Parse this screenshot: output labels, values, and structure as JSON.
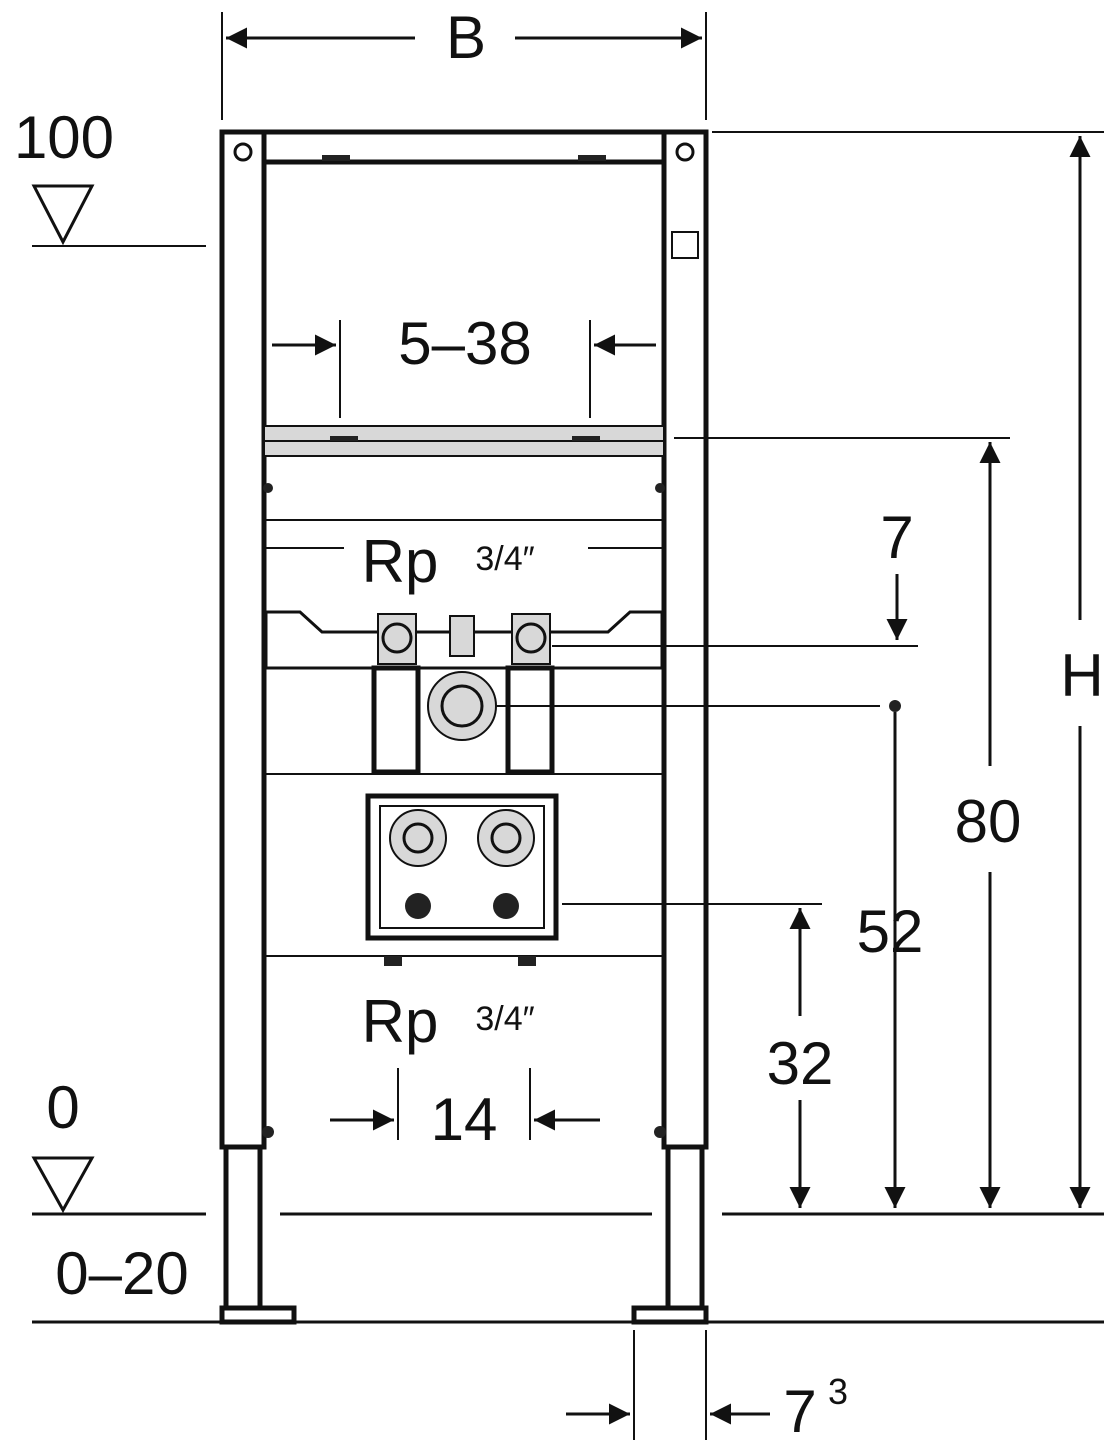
{
  "labels": {
    "width_label": "B",
    "height_label": "H",
    "level_top": "100",
    "level_zero": "0",
    "floor_range": "0–20",
    "crossbar_range": "5–38",
    "supply_top_thread": "Rp",
    "supply_top_fraction": "3/4″",
    "drop_7": "7",
    "dim_80": "80",
    "dim_52": "52",
    "dim_32": "32",
    "supply_bottom_thread": "Rp",
    "supply_bottom_fraction": "3/4″",
    "spacing_14": "14",
    "foot_offset_base": "7",
    "foot_offset_sup": "3"
  },
  "colors": {
    "ink": "#111111",
    "fill_gray": "#d8d8d8",
    "background": "#ffffff"
  }
}
